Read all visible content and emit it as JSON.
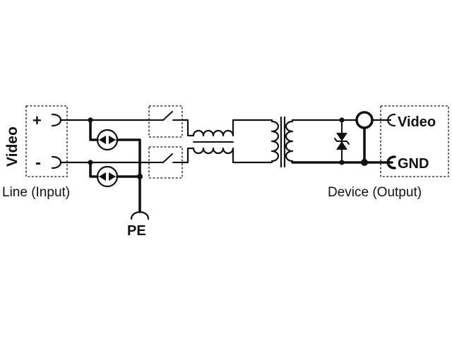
{
  "diagram": {
    "input": {
      "signal_label": "Video",
      "plus_label": "+",
      "minus_label": "-",
      "caption": "Line (Input)"
    },
    "ground": {
      "label": "PE"
    },
    "output": {
      "video_label": "Video",
      "gnd_label": "GND",
      "caption": "Device (Output)"
    }
  }
}
